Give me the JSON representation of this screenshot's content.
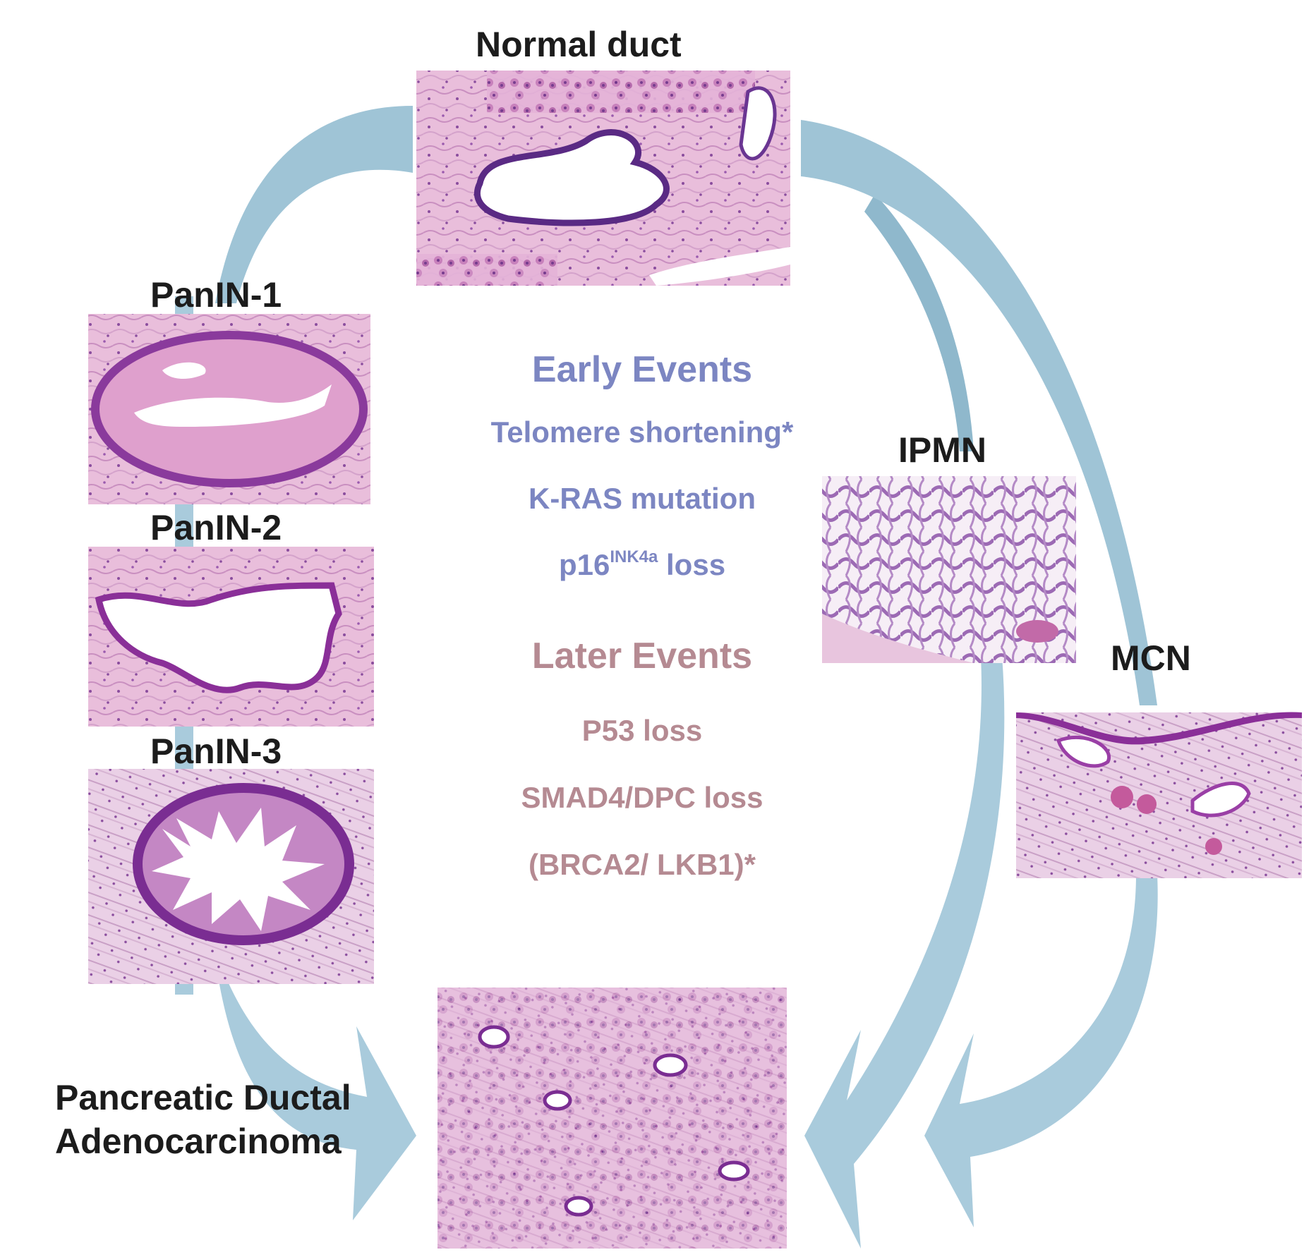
{
  "colors": {
    "arrow": "#a9cbdc",
    "arrow_dark": "#8fb8cc",
    "early_events": "#7c86c2",
    "later_events": "#b58a92",
    "tissue_pink": "#e6b6d6",
    "tissue_purple": "#7a3f9a"
  },
  "panels": {
    "normal_duct": {
      "label": "Normal duct",
      "image": "normal-duct-histology"
    },
    "panin1": {
      "label": "PanIN-1",
      "image": "panin1-histology"
    },
    "panin2": {
      "label": "PanIN-2",
      "image": "panin2-histology"
    },
    "panin3": {
      "label": "PanIN-3",
      "image": "panin3-histology"
    },
    "ipmn": {
      "label": "IPMN",
      "image": "ipmn-histology"
    },
    "mcn": {
      "label": "MCN",
      "image": "mcn-histology"
    },
    "pdac": {
      "label_line1": "Pancreatic Ductal",
      "label_line2": "Adenocarcinoma",
      "image": "pdac-histology"
    }
  },
  "early_events": {
    "heading": "Early Events",
    "items": [
      "Telomere shortening*",
      "K-RAS mutation"
    ],
    "p16_prefix": "p16",
    "p16_sup": "INK4a",
    "p16_suffix": " loss"
  },
  "later_events": {
    "heading": "Later Events",
    "items": [
      "P53 loss",
      "SMAD4/DPC loss",
      "(BRCA2/ LKB1)*"
    ]
  }
}
